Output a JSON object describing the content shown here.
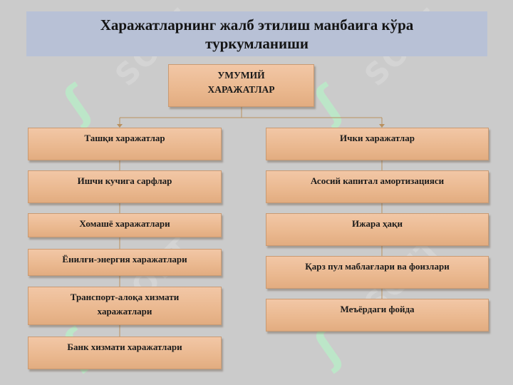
{
  "title": "Харажатларнинг жалб этилиш манбаига кўра туркумланиши",
  "root": "УМУМИЙ ХАРАЖАТЛАР",
  "left_branch": {
    "header": "Ташқи харажатлар",
    "items": [
      "Ишчи кучига сарфлар",
      "Хомашё харажатлари",
      "Ёнилғи-энергия харажатлари",
      "Транспорт-алоқа хизмати харажатлари",
      "Банк хизмати харажатлари"
    ]
  },
  "right_branch": {
    "header": "Ички харажатлар",
    "items": [
      "Асосий капитал амортизацияси",
      "Ижара ҳақи",
      "Қарз пул маблағлари ва фоизлари",
      "Меъёрдаги фойда"
    ]
  },
  "watermark": "SOFT",
  "colors": {
    "background": "#cbcbcb",
    "title_bar": "#b8c1d6",
    "box_fill": "#edbd96",
    "box_border": "#c99a73",
    "connector": "#b8905f",
    "watermark_glyph": "#b8f0c8"
  }
}
